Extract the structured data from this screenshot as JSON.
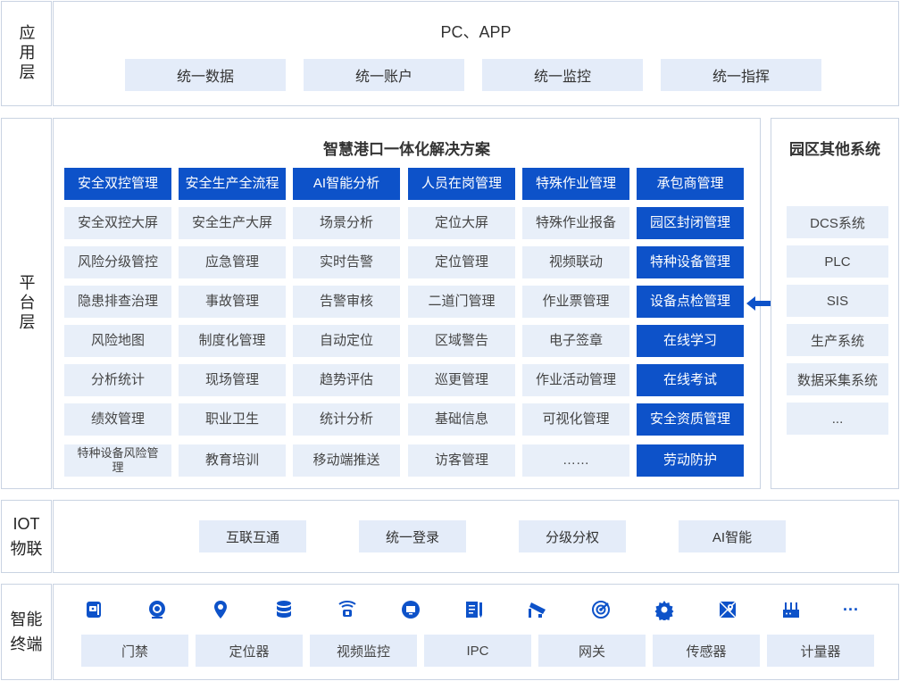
{
  "layers": {
    "app": "应用层",
    "platform": "平台层",
    "iot": "IOT物联",
    "iot_line1": "IOT",
    "iot_line2": "物联",
    "terminal_line1": "智能",
    "terminal_line2": "终端"
  },
  "app": {
    "title": "PC、APP",
    "items": [
      "统一数据",
      "统一账户",
      "统一监控",
      "统一指挥"
    ]
  },
  "platform": {
    "title": "智慧港口一体化解决方案",
    "columns": [
      {
        "header": "安全双控管理",
        "items": [
          "安全双控大屏",
          "风险分级管控",
          "隐患排查治理",
          "风险地图",
          "分析统计",
          "绩效管理",
          "特种设备风险管理"
        ]
      },
      {
        "header": "安全生产全流程",
        "items": [
          "安全生产大屏",
          "应急管理",
          "事故管理",
          "制度化管理",
          "现场管理",
          "职业卫生",
          "教育培训"
        ]
      },
      {
        "header": "AI智能分析",
        "items": [
          "场景分析",
          "实时告警",
          "告警审核",
          "自动定位",
          "趋势评估",
          "统计分析",
          "移动端推送"
        ]
      },
      {
        "header": "人员在岗管理",
        "items": [
          "定位大屏",
          "定位管理",
          "二道门管理",
          "区域警告",
          "巡更管理",
          "基础信息",
          "访客管理"
        ]
      },
      {
        "header": "特殊作业管理",
        "items": [
          "特殊作业报备",
          "视频联动",
          "作业票管理",
          "电子签章",
          "作业活动管理",
          "可视化管理",
          "……"
        ]
      },
      {
        "header": "承包商管理",
        "items": [
          "园区封闭管理",
          "特种设备管理",
          "设备点检管理",
          "在线学习",
          "在线考试",
          "安全资质管理",
          "劳动防护"
        ]
      }
    ]
  },
  "other": {
    "title": "园区其他系统",
    "items": [
      "DCS系统",
      "PLC",
      "SIS",
      "生产系统",
      "数据采集系统",
      "..."
    ]
  },
  "iot": {
    "items": [
      "互联互通",
      "统一登录",
      "分级分权",
      "AI智能"
    ]
  },
  "terminal": {
    "icons": [
      "access-control-icon",
      "camera-dome-icon",
      "location-pin-icon",
      "database-icon",
      "sensor-wave-icon",
      "monitor-icon",
      "document-pen-icon",
      "cctv-camera-icon",
      "radar-icon",
      "gear-icon",
      "map-icon",
      "router-icon",
      "more-icon"
    ],
    "more_glyph": "···",
    "devices": [
      "门禁",
      "定位器",
      "视频监控",
      "IPC",
      "网关",
      "传感器",
      "计量器"
    ]
  },
  "colors": {
    "dark_blue": "#0d52c9",
    "light_blue": "#e8eff9",
    "border": "#c9d3e2"
  }
}
